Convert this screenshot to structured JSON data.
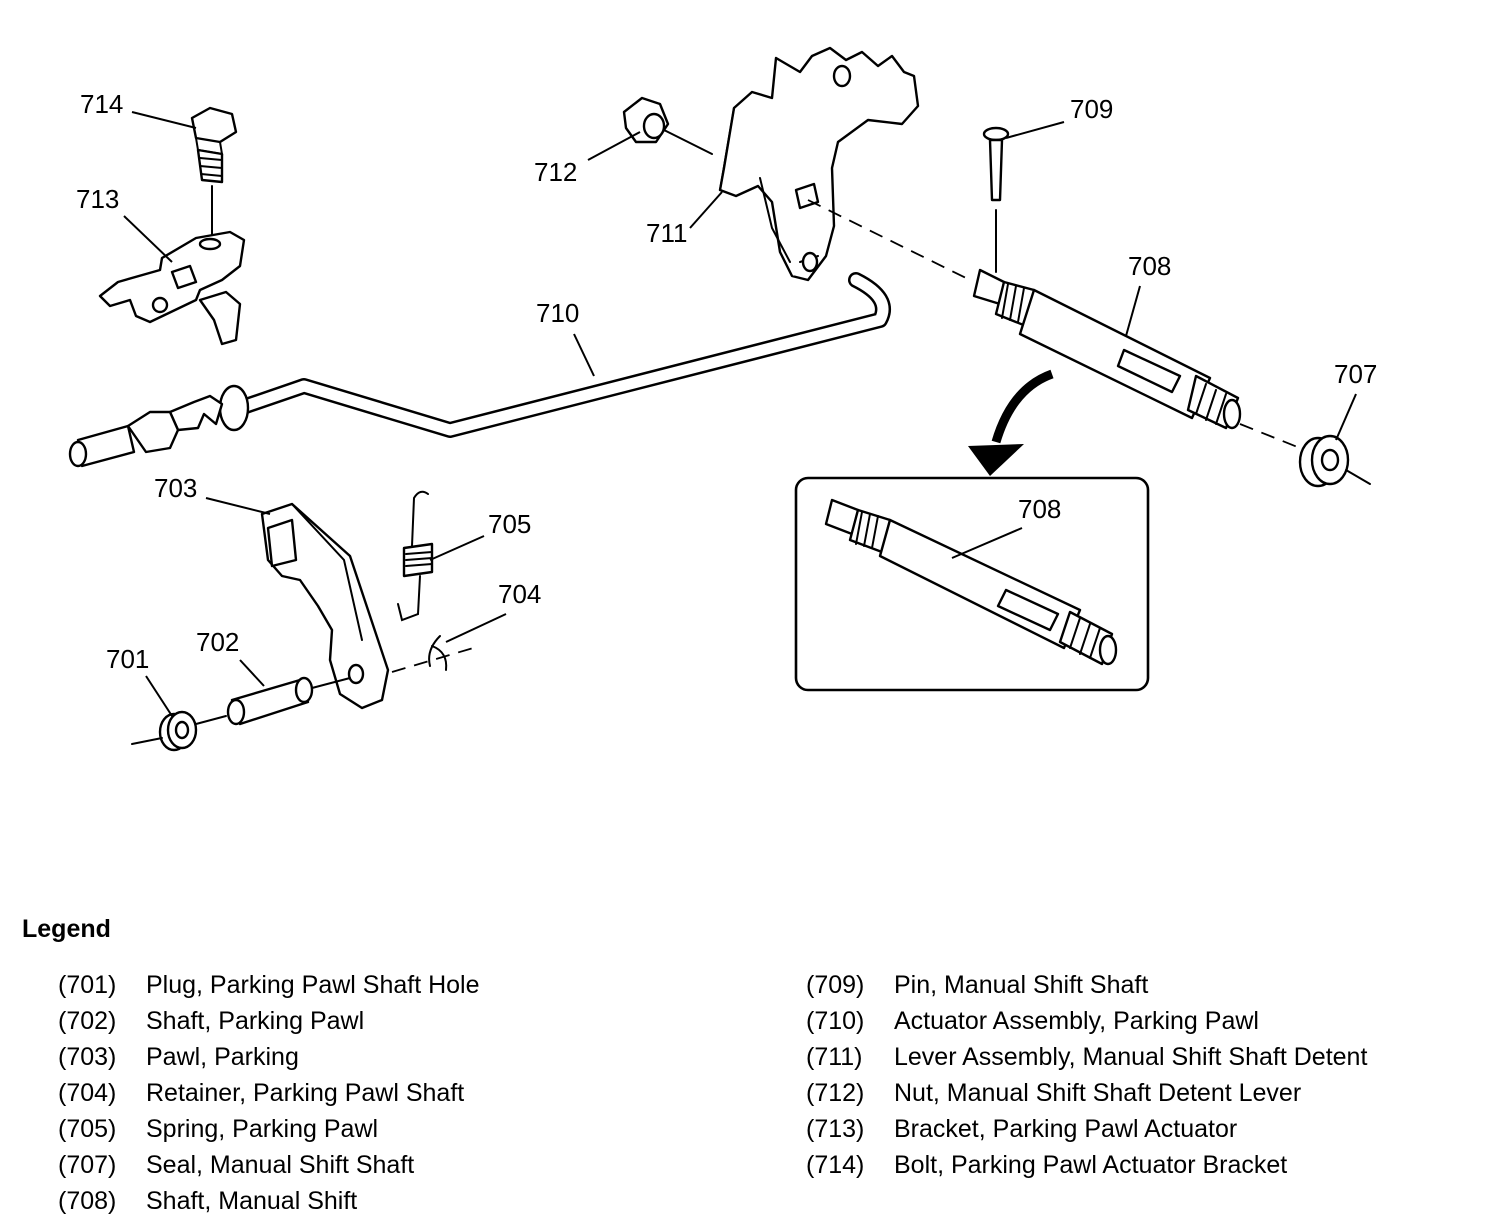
{
  "callouts": {
    "c701": "701",
    "c702": "702",
    "c703": "703",
    "c704": "704",
    "c705": "705",
    "c707": "707",
    "c708": "708",
    "c708b": "708",
    "c709": "709",
    "c710": "710",
    "c711": "711",
    "c712": "712",
    "c713": "713",
    "c714": "714"
  },
  "legend": {
    "title": "Legend",
    "left": [
      {
        "code": "(701)",
        "label": "Plug, Parking Pawl Shaft Hole"
      },
      {
        "code": "(702)",
        "label": "Shaft, Parking Pawl"
      },
      {
        "code": "(703)",
        "label": "Pawl, Parking"
      },
      {
        "code": "(704)",
        "label": "Retainer, Parking Pawl Shaft"
      },
      {
        "code": "(705)",
        "label": "Spring, Parking Pawl"
      },
      {
        "code": "(707)",
        "label": "Seal, Manual Shift Shaft"
      },
      {
        "code": "(708)",
        "label": "Shaft, Manual Shift"
      }
    ],
    "right": [
      {
        "code": "(709)",
        "label": "Pin, Manual Shift Shaft"
      },
      {
        "code": "(710)",
        "label": "Actuator Assembly, Parking Pawl"
      },
      {
        "code": "(711)",
        "label": "Lever Assembly, Manual Shift Shaft Detent"
      },
      {
        "code": "(712)",
        "label": "Nut, Manual Shift Shaft Detent Lever"
      },
      {
        "code": "(713)",
        "label": "Bracket, Parking Pawl Actuator"
      },
      {
        "code": "(714)",
        "label": "Bolt, Parking Pawl Actuator Bracket"
      }
    ]
  }
}
